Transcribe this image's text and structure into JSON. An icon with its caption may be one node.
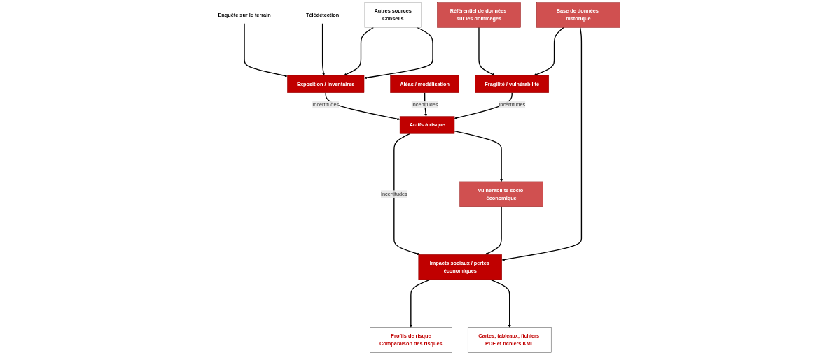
{
  "diagram": {
    "nodes": [
      {
        "text": [
          "Enquête sur le terrain"
        ]
      },
      {
        "text": [
          "Télédétection"
        ]
      },
      {
        "text": [
          "Exposition / inventaires"
        ]
      },
      {
        "text": [
          "Autres sources",
          "Conseils"
        ]
      },
      {
        "text": [
          "Actifs à risque"
        ]
      },
      {
        "text": [
          "Aléas / modélisation"
        ]
      },
      {
        "text": [
          "Référentiel de données sur les dommages"
        ]
      },
      {
        "text": [
          "Fragilité / vulnérabilité"
        ]
      },
      {
        "text": [
          "Vulnérabilité socio-économique"
        ]
      },
      {
        "text": [
          "Base de données historique"
        ]
      },
      {
        "text": [
          "Impacts sociaux / pertes économiques"
        ]
      },
      {
        "text": [
          "Profils de risque",
          "Comparaison des risques"
        ]
      },
      {
        "text": [
          "Cartes, tableaux, fichiers PDF et fichiers KML"
        ]
      }
    ],
    "edges": [
      {
        "from": 0,
        "to": 2,
        "arrow": "to"
      },
      {
        "from": 1,
        "to": 2,
        "arrow": "to"
      },
      {
        "from": 3,
        "to": 2,
        "arrow": "to"
      },
      {
        "from": 3,
        "to": 2,
        "arrow": "to"
      },
      {
        "from": 2,
        "to": 4,
        "arrow": "to",
        "label": "Incertitudes"
      },
      {
        "from": 5,
        "to": 4,
        "arrow": "to",
        "label": "Incertitudes"
      },
      {
        "from": 7,
        "to": 4,
        "arrow": "to",
        "label": "Incertitudes"
      },
      {
        "from": 6,
        "to": 7,
        "arrow": "to"
      },
      {
        "from": 9,
        "to": 7,
        "arrow": "to"
      },
      {
        "from": 4,
        "to": 8,
        "arrow": "to"
      },
      {
        "from": 4,
        "to": 10,
        "arrow": "to",
        "label": "Incertitudes"
      },
      {
        "from": 8,
        "to": 10,
        "arrow": "to"
      },
      {
        "from": 9,
        "to": 10,
        "arrow": "to"
      },
      {
        "from": 10,
        "to": 11,
        "arrow": "to"
      },
      {
        "from": 10,
        "to": 12,
        "arrow": "to"
      }
    ]
  }
}
